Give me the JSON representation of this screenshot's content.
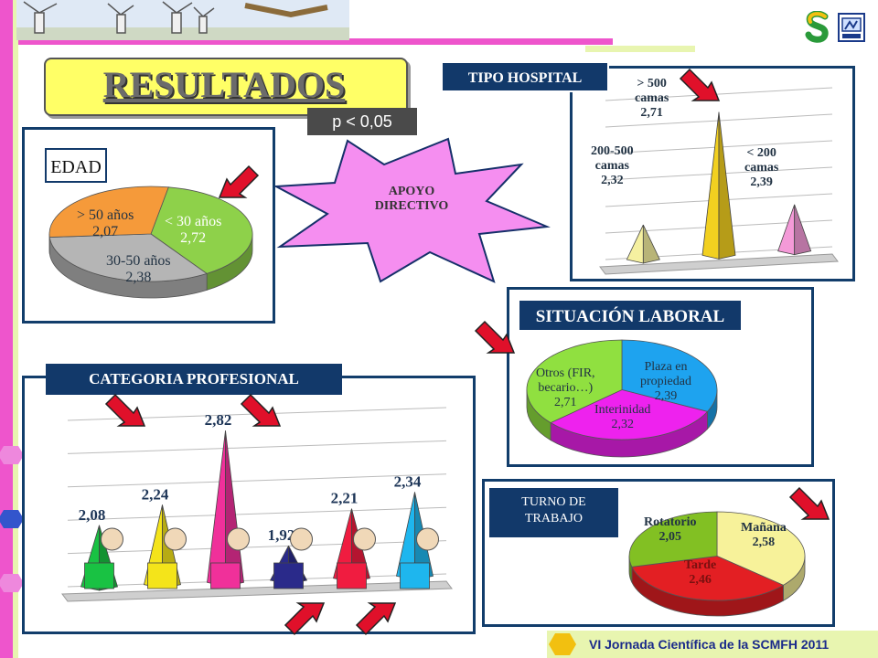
{
  "slide": {
    "title": "RESULTADOS",
    "pvalue": "p < 0,05",
    "center_label": "APOYO\nDIRECTIVO",
    "footer": "VI Jornada Científica de la SCMFH 2011"
  },
  "colors": {
    "panel_border": "#123d6b",
    "tag_bg": "#12396a",
    "pink": "#ee55cc",
    "title_bg": "#ffff66",
    "arrow": "#e0102a"
  },
  "icons": [
    "windmill-banner",
    "scmfh-logo-icon",
    "hospital-logo-icon",
    "arrow-icon",
    "hexagon-icon"
  ],
  "chart_data": [
    {
      "id": "edad",
      "type": "pie",
      "title": "EDAD",
      "labels": [
        "< 30 años",
        "30-50 años",
        "> 50 años"
      ],
      "values": [
        2.72,
        2.38,
        2.07
      ],
      "value_labels": [
        "2,72",
        "2,38",
        "2,07"
      ],
      "colors": [
        "#8ed14a",
        "#b5b5b5",
        "#f59a3a"
      ]
    },
    {
      "id": "tipo_hospital",
      "type": "bar",
      "title": "TIPO HOSPITAL",
      "categories": [
        "200-500\ncamas",
        "> 500\ncamas",
        "< 200\ncamas"
      ],
      "values": [
        2.32,
        2.71,
        2.39
      ],
      "value_labels": [
        "2,32",
        "2,71",
        "2,39"
      ],
      "colors": [
        "#f5f0a0",
        "#f2d020",
        "#f49ad8"
      ],
      "ylim": [
        2.2,
        2.75
      ]
    },
    {
      "id": "situacion_laboral",
      "type": "pie",
      "title": "SITUACIÓN LABORAL",
      "labels": [
        "Plaza en\npropiedad",
        "Interinidad",
        "Otros (FIR,\nbecario…)"
      ],
      "values": [
        2.39,
        2.32,
        2.71
      ],
      "value_labels": [
        "2,39",
        "2,32",
        "2,71"
      ],
      "colors": [
        "#1ea3ef",
        "#ee22ee",
        "#90e040"
      ]
    },
    {
      "id": "categoria_profesional",
      "type": "bar",
      "title": "CATEGORIA PROFESIONAL",
      "categories": [
        "",
        "",
        "",
        "",
        "",
        ""
      ],
      "values": [
        2.08,
        2.24,
        2.82,
        1.92,
        2.21,
        2.34
      ],
      "value_labels": [
        "2,08",
        "2,24",
        "2,82",
        "1,92",
        "2,21",
        "2,34"
      ],
      "colors": [
        "#19c243",
        "#f4e41a",
        "#f0309a",
        "#2a2a8a",
        "#f01c40",
        "#1eb6ee"
      ],
      "ylim": [
        1.6,
        2.9
      ]
    },
    {
      "id": "turno_trabajo",
      "type": "pie",
      "title": "TURNO DE\nTRABAJO",
      "labels": [
        "Mañana",
        "Tarde",
        "Rotatorio"
      ],
      "values": [
        2.58,
        2.46,
        2.05
      ],
      "value_labels": [
        "2,58",
        "2,46",
        "2,05"
      ],
      "colors": [
        "#f7f29a",
        "#e31f23",
        "#82c023"
      ]
    }
  ]
}
